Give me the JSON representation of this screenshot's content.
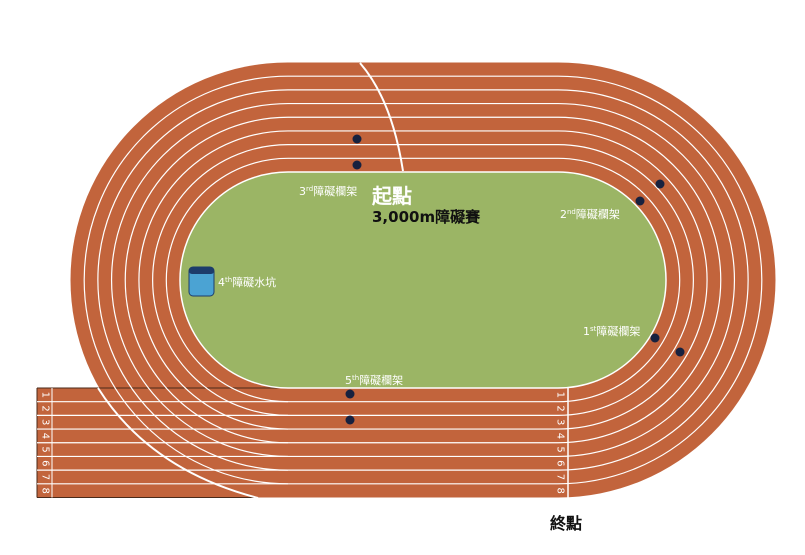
{
  "colors": {
    "track": "#c2643c",
    "infield": "#9bb565",
    "lines": "#ffffff",
    "hurdle": "#17213f",
    "water": "#4ba3d3",
    "water_dark": "#1d3c6b"
  },
  "start": {
    "title": "起點",
    "event": "3,000m障礙賽"
  },
  "finish": {
    "title": "終點"
  },
  "hurdles": [
    {
      "ord": "1",
      "suffix": "st",
      "name": "障礙欄架"
    },
    {
      "ord": "2",
      "suffix": "nd",
      "name": "障礙欄架"
    },
    {
      "ord": "3",
      "suffix": "rd",
      "name": "障礙欄架"
    },
    {
      "ord": "4",
      "suffix": "th",
      "name": "障礙水坑"
    },
    {
      "ord": "5",
      "suffix": "th",
      "name": "障礙欄架"
    }
  ],
  "lanes": [
    "1",
    "2",
    "3",
    "4",
    "5",
    "6",
    "7",
    "8"
  ]
}
